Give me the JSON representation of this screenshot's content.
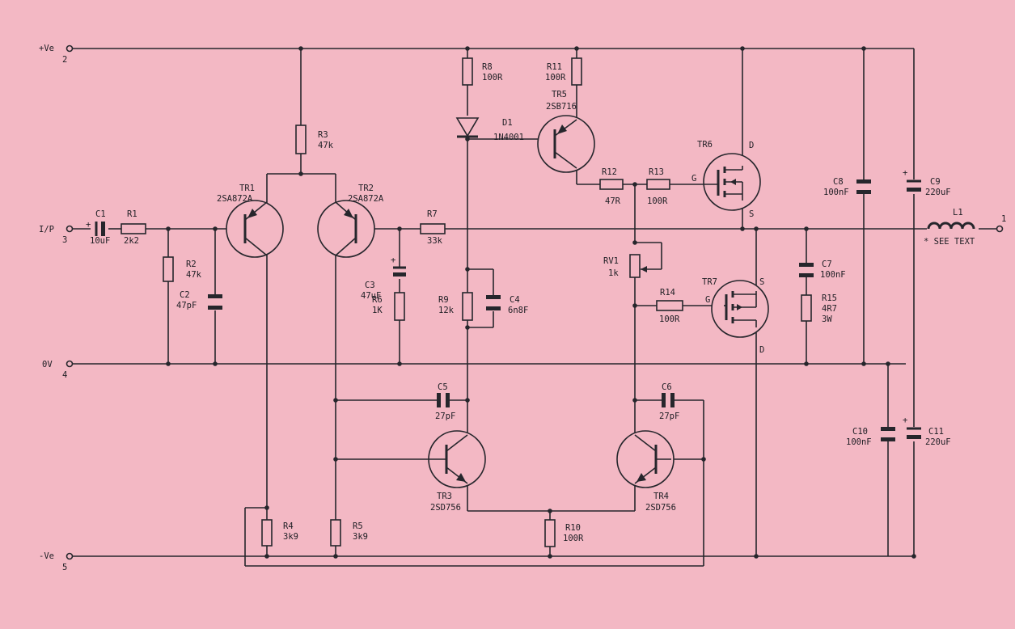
{
  "components": {
    "C1": {
      "ref": "C1",
      "value": "10uF"
    },
    "R1": {
      "ref": "R1",
      "value": "2k2"
    },
    "R2": {
      "ref": "R2",
      "value": "47k"
    },
    "C2": {
      "ref": "C2",
      "value": "47pF"
    },
    "R3": {
      "ref": "R3",
      "value": "47k"
    },
    "TR1": {
      "ref": "TR1",
      "value": "2SA872A"
    },
    "TR2": {
      "ref": "TR2",
      "value": "2SA872A"
    },
    "C3": {
      "ref": "C3",
      "value": "47uF"
    },
    "R6": {
      "ref": "R6",
      "value": "1K"
    },
    "R7": {
      "ref": "R7",
      "value": "33k"
    },
    "R8": {
      "ref": "R8",
      "value": "100R"
    },
    "D1": {
      "ref": "D1",
      "value": "1N4001"
    },
    "R9": {
      "ref": "R9",
      "value": "12k"
    },
    "C4": {
      "ref": "C4",
      "value": "6n8F"
    },
    "R11": {
      "ref": "R11",
      "value": "100R"
    },
    "TR5": {
      "ref": "TR5",
      "value": "2SB716"
    },
    "R12": {
      "ref": "R12",
      "value": "47R"
    },
    "R13": {
      "ref": "R13",
      "value": "100R"
    },
    "TR6": {
      "ref": "TR6",
      "value": ""
    },
    "RV1": {
      "ref": "RV1",
      "value": "1k"
    },
    "R14": {
      "ref": "R14",
      "value": "100R"
    },
    "TR7": {
      "ref": "TR7",
      "value": ""
    },
    "C8": {
      "ref": "C8",
      "value": "100nF"
    },
    "C9": {
      "ref": "C9",
      "value": "220uF"
    },
    "C7": {
      "ref": "C7",
      "value": "100nF"
    },
    "R15": {
      "ref": "R15",
      "value": "4R7",
      "extra": "3W"
    },
    "L1": {
      "ref": "L1",
      "value": "* SEE TEXT"
    },
    "C5": {
      "ref": "C5",
      "value": "27pF"
    },
    "C6": {
      "ref": "C6",
      "value": "27pF"
    },
    "TR3": {
      "ref": "TR3",
      "value": "2SD756"
    },
    "TR4": {
      "ref": "TR4",
      "value": "2SD756"
    },
    "R4": {
      "ref": "R4",
      "value": "3k9"
    },
    "R5": {
      "ref": "R5",
      "value": "3k9"
    },
    "R10": {
      "ref": "R10",
      "value": "100R"
    },
    "C10": {
      "ref": "C10",
      "value": "100nF"
    },
    "C11": {
      "ref": "C11",
      "value": "220uF"
    }
  },
  "terminals": {
    "vplus": {
      "label": "+Ve",
      "pin": "2"
    },
    "input": {
      "label": "I/P",
      "pin": "3"
    },
    "ground": {
      "label": "0V",
      "pin": "4"
    },
    "vminus": {
      "label": "-Ve",
      "pin": "5"
    },
    "output": {
      "label": "",
      "pin": "1"
    }
  },
  "pins": {
    "drain": "D",
    "source": "S",
    "gate": "G",
    "plus": "+"
  },
  "colors": {
    "background": "#f3b8c4",
    "ink": "#26262c"
  }
}
